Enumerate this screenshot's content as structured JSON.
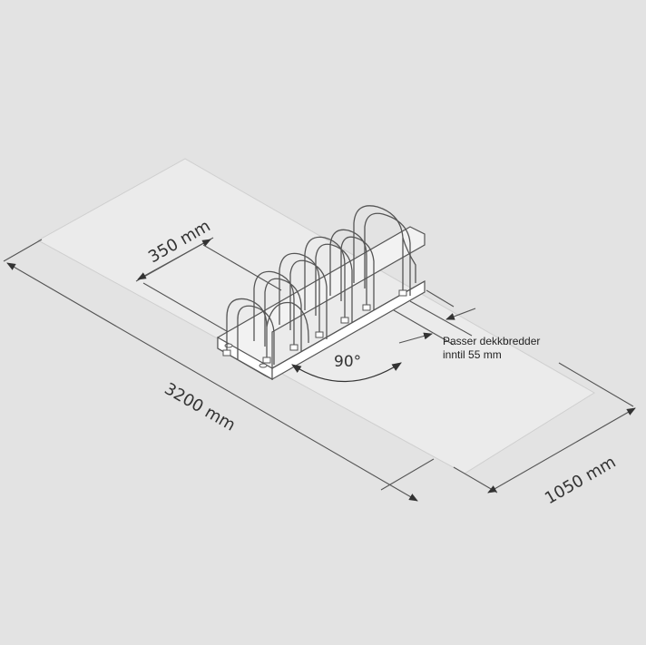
{
  "dimensions": {
    "length": "3200 mm",
    "width": "1050 mm",
    "spacing": "350 mm",
    "angle": "90°"
  },
  "note": {
    "line1": "Passer dekkbredder",
    "line2": "inntil 55 mm"
  },
  "colors": {
    "background": "#e3e3e3",
    "footprint": "#ebebeb",
    "line": "#555555",
    "text": "#333333"
  }
}
